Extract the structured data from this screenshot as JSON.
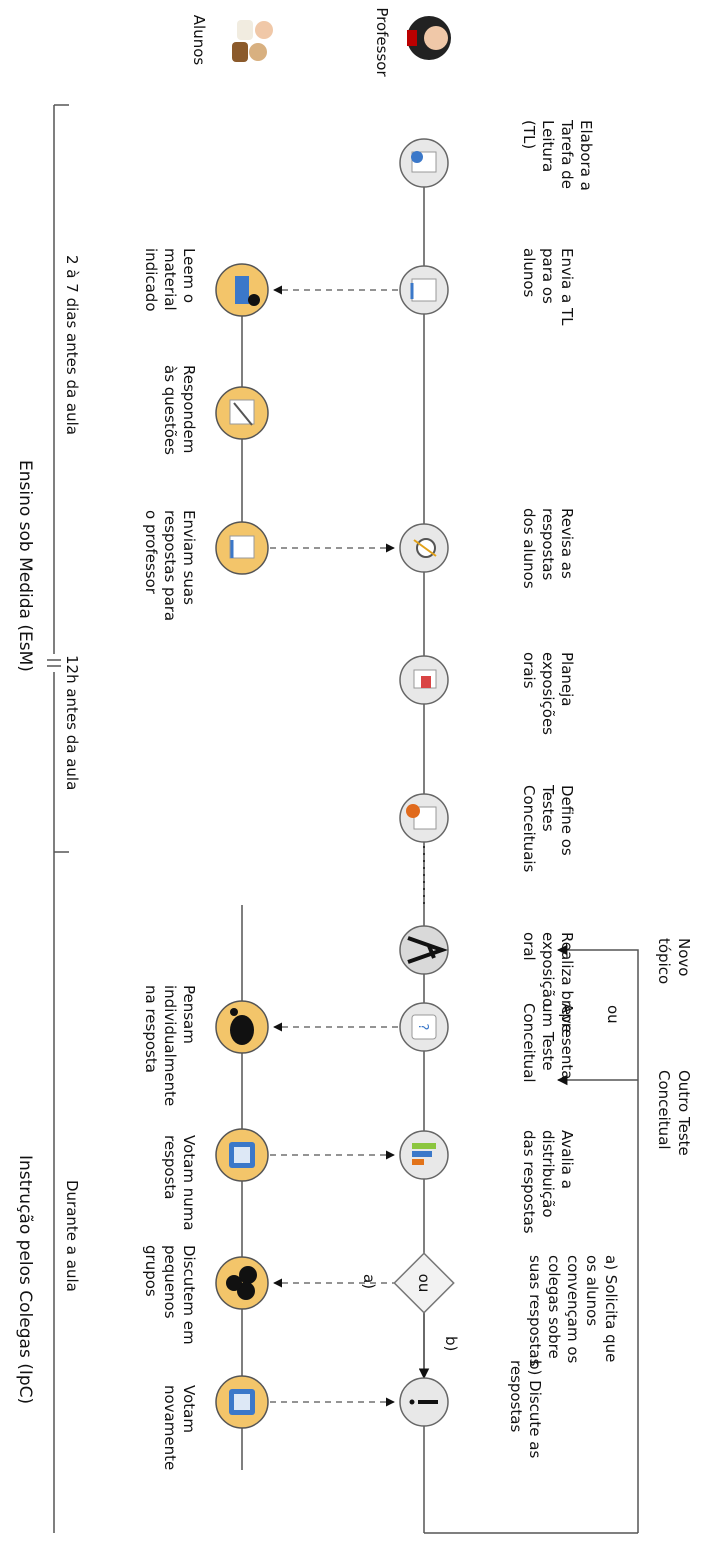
{
  "roles": {
    "teacher": "Professor",
    "students": "Alunos"
  },
  "teacher_steps": [
    [
      "Elabora a",
      "Tarefa de",
      "Leitura",
      "(TL)"
    ],
    [
      "Envia a TL",
      "para os",
      "alunos"
    ],
    [
      "Revisa as",
      "respostas",
      "dos alunos"
    ],
    [
      "Planeja",
      "exposições",
      "orais"
    ],
    [
      "Define os",
      "Testes",
      "Conceituais"
    ],
    [
      "Realiza breve",
      "exposição",
      "oral"
    ],
    [
      "Apresenta",
      "um Teste",
      "Conceitual"
    ],
    [
      "Avalia a",
      "distribuição",
      "das respostas"
    ],
    [],
    []
  ],
  "student_steps": [
    [
      "Leem o",
      "material",
      "indicado"
    ],
    [
      "Respondem",
      "às questões"
    ],
    [
      "Enviam suas",
      "respostas para",
      "o professor"
    ],
    [
      "Pensam",
      "individualmente",
      "na resposta"
    ],
    [
      "Votam numa",
      "resposta"
    ],
    [
      "Discutem em",
      "pequenos",
      "grupos"
    ],
    [
      "Votam",
      "novamente"
    ]
  ],
  "branch_options": {
    "a": [
      "a) Solicita que",
      "os alunos",
      "convençam os",
      "colegas sobre",
      "suas respostas"
    ],
    "b": [
      "b) Discute as",
      "respostas"
    ],
    "decision": "ou",
    "arrow_a": "a)",
    "arrow_b": "b)"
  },
  "loop": {
    "new_topic": [
      "Novo",
      "tópico"
    ],
    "other_test": [
      "Outro Teste",
      "Conceitual"
    ],
    "or": "ou"
  },
  "timeline": {
    "left": "2 à 7 dias antes da aula",
    "middle": "12h antes da aula",
    "right": "Durante a aula"
  },
  "methods": {
    "esm": "Ensino sob Medida (EsM)",
    "ipc": "Instrução pelos Colegas (IpC)"
  },
  "colors": {
    "teacher_node": "#e8e8e8",
    "student_node": "#f3c56a"
  }
}
